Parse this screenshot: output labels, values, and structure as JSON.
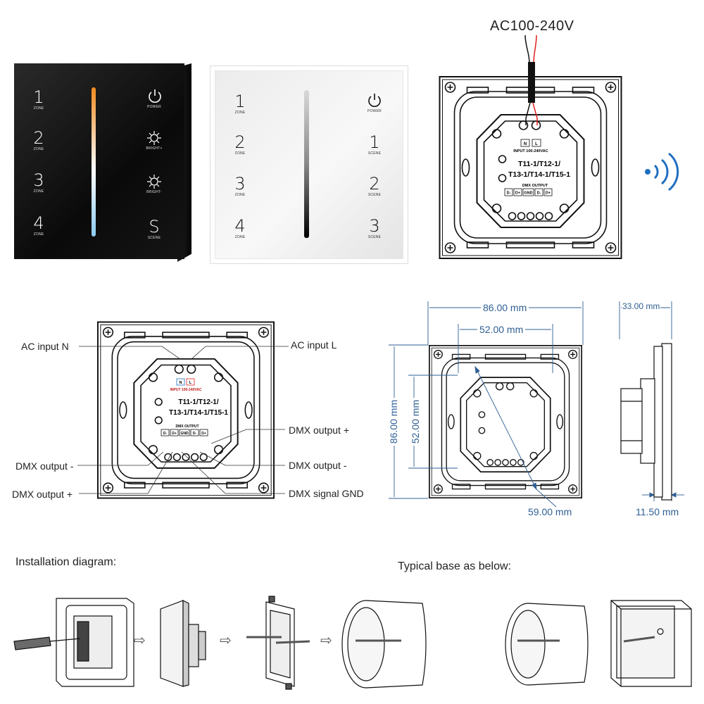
{
  "black_panel": {
    "left_buttons": [
      {
        "number": "1",
        "caption": "ZONE"
      },
      {
        "number": "2",
        "caption": "ZONE"
      },
      {
        "number": "3",
        "caption": "ZONE"
      },
      {
        "number": "4",
        "caption": "ZONE"
      }
    ],
    "right_buttons": [
      {
        "icon": "power-icon",
        "caption": "POWER"
      },
      {
        "icon": "brightness-up-icon",
        "caption": "BRIGHT+"
      },
      {
        "icon": "brightness-down-icon",
        "caption": "BRIGHT-"
      },
      {
        "symbol": "S",
        "caption": "SCENE"
      }
    ],
    "slider_colors": [
      "#f08a20",
      "#fbe9d6",
      "#ffffff",
      "#8ccbf0"
    ]
  },
  "white_panel": {
    "left_buttons": [
      {
        "number": "1",
        "caption": "ZONE"
      },
      {
        "number": "2",
        "caption": "ZONE"
      },
      {
        "number": "3",
        "caption": "ZONE"
      },
      {
        "number": "4",
        "caption": "ZONE"
      }
    ],
    "right_buttons": [
      {
        "icon": "power-icon",
        "caption": "POWER"
      },
      {
        "number": "1",
        "caption": "SCENE"
      },
      {
        "number": "2",
        "caption": "SCENE"
      },
      {
        "number": "3",
        "caption": "SCENE"
      }
    ]
  },
  "back_view": {
    "power_label": "AC100-240V",
    "input_terminals": [
      "N",
      "L"
    ],
    "input_text": "INPUT 100-240VAC",
    "model_line1": "T11-1/T12-1/",
    "model_line2": "T13-1/T14-1/T15-1",
    "output_text": "DMX OUTPUT",
    "output_terminals": [
      "D-",
      "D+",
      "GND",
      "D-",
      "D+"
    ],
    "wire_colors": {
      "red": "#e02020",
      "black": "#111111"
    }
  },
  "wiring": {
    "ac_input_n": "AC input N",
    "ac_input_l": "AC input  L",
    "dmx_output_plus_right": "DMX output +",
    "dmx_output_minus_left": "DMX output -",
    "dmx_output_minus_right": "DMX output -",
    "dmx_output_plus_left": "DMX output +",
    "dmx_signal_gnd": "DMX signal GND"
  },
  "dimensions": {
    "width_outer": "86.00 mm",
    "width_inner": "52.00 mm",
    "height_outer": "86.00 mm",
    "height_inner": "52.00 mm",
    "diagonal": "59.00 mm",
    "depth": "33.00 mm",
    "plate_thickness": "11.50 mm",
    "color": "#2f5f94"
  },
  "installation": {
    "title": "Installation diagram:",
    "base_title": "Typical base as below:",
    "step_arrow": "⇨"
  },
  "wireless_icon": "wireless-signal-icon",
  "accent_color": "#1f6fc0"
}
